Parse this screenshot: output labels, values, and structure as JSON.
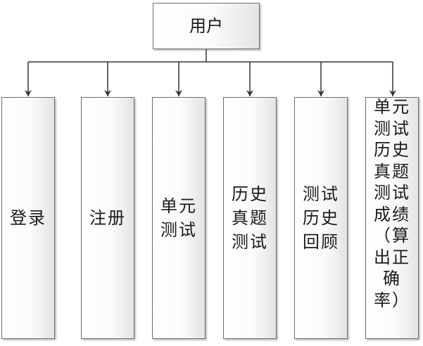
{
  "diagram": {
    "root": {
      "label": "用户"
    },
    "children": [
      {
        "id": "login",
        "label": "登录"
      },
      {
        "id": "register",
        "label": "注册"
      },
      {
        "id": "unit-test",
        "label": "单元测试"
      },
      {
        "id": "past-exam-test",
        "label": "历史真题测试"
      },
      {
        "id": "test-history-review",
        "label": "测试历史回顾"
      },
      {
        "id": "scores",
        "label": "单元测试历史真题测试成绩（算出正确率）"
      }
    ]
  }
}
